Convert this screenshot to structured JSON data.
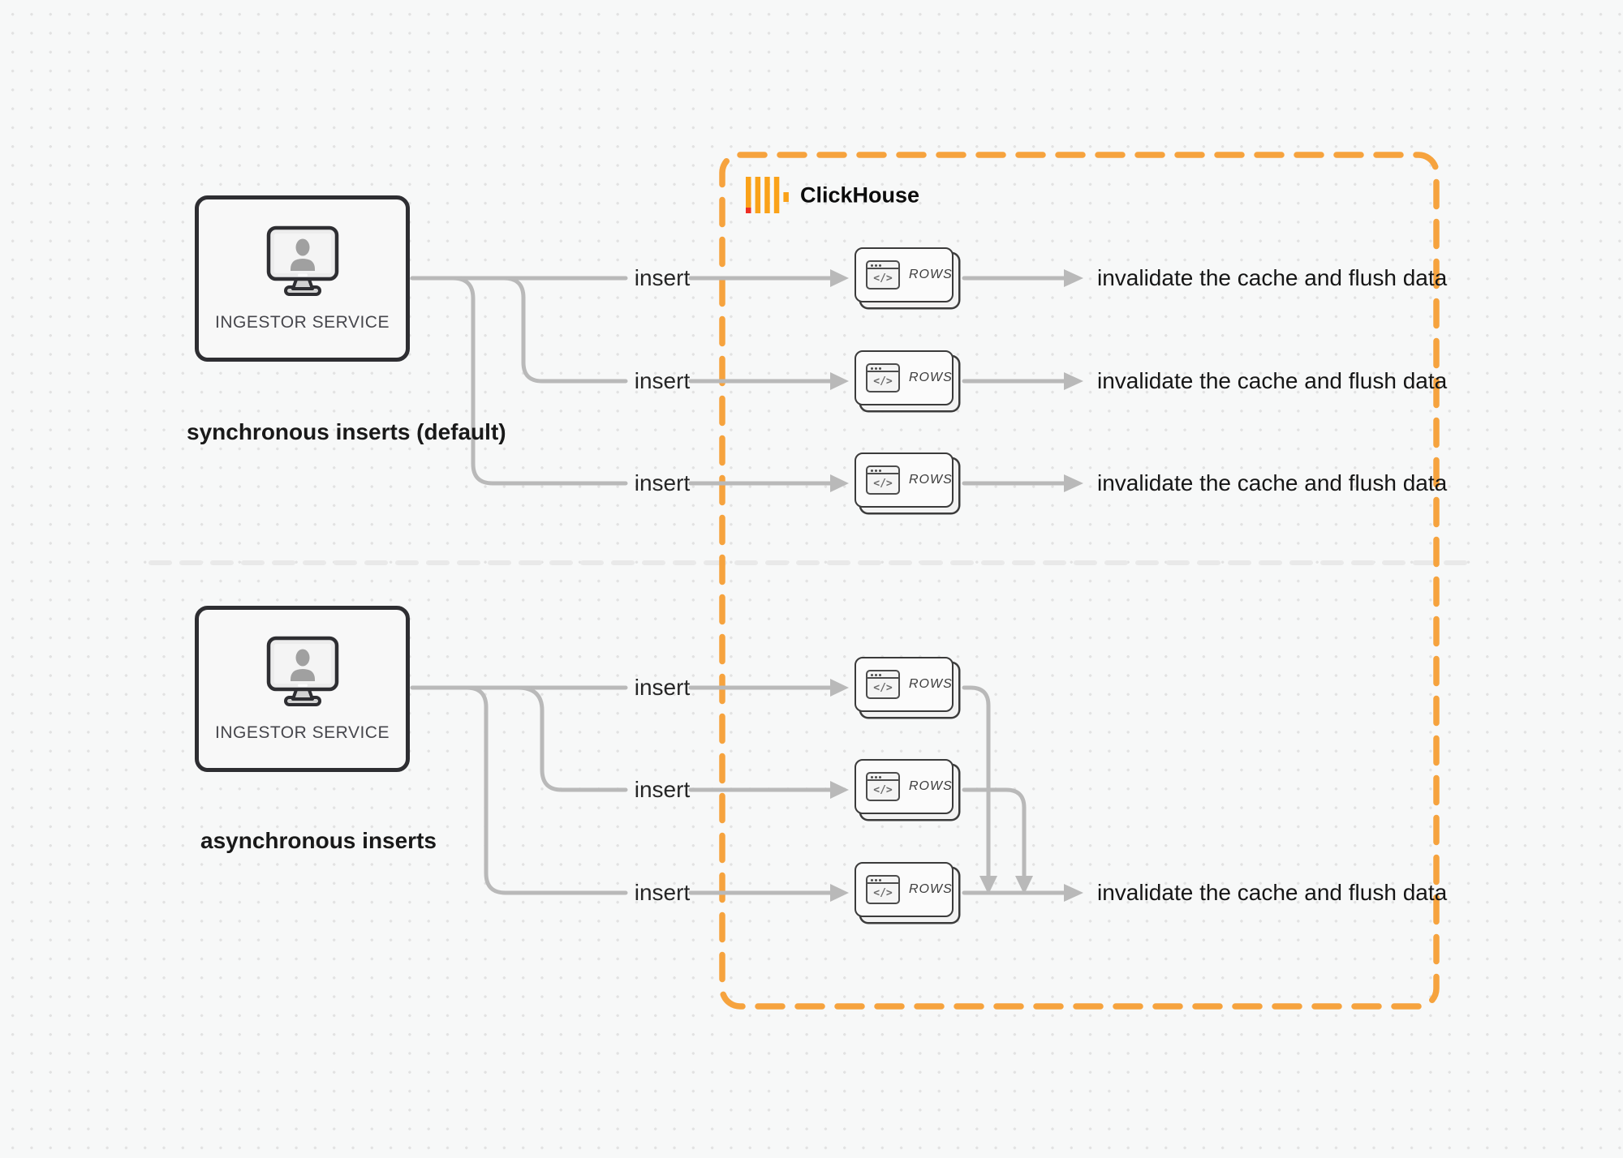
{
  "logo": {
    "label": "ClickHouse"
  },
  "sync": {
    "service_label": "INGESTOR SERVICE",
    "caption": "synchronous inserts (default)",
    "rows": [
      {
        "insert": "insert",
        "card": "ROWS",
        "icon_code": "</>",
        "result": "invalidate the cache and flush data"
      },
      {
        "insert": "insert",
        "card": "ROWS",
        "icon_code": "</>",
        "result": "invalidate the cache and flush data"
      },
      {
        "insert": "insert",
        "card": "ROWS",
        "icon_code": "</>",
        "result": "invalidate the cache and flush data"
      }
    ]
  },
  "async": {
    "service_label": "INGESTOR SERVICE",
    "caption": "asynchronous inserts",
    "rows": [
      {
        "insert": "insert",
        "card": "ROWS",
        "icon_code": "</>"
      },
      {
        "insert": "insert",
        "card": "ROWS",
        "icon_code": "</>"
      },
      {
        "insert": "insert",
        "card": "ROWS",
        "icon_code": "</>"
      }
    ],
    "result": "invalidate the cache and flush data"
  },
  "colors": {
    "accent_orange": "#F6A33E",
    "logo_orange": "#FAA219",
    "logo_red": "#EE2E24",
    "line_gray": "#b9b9b9",
    "border_dark": "#2e2e32"
  }
}
